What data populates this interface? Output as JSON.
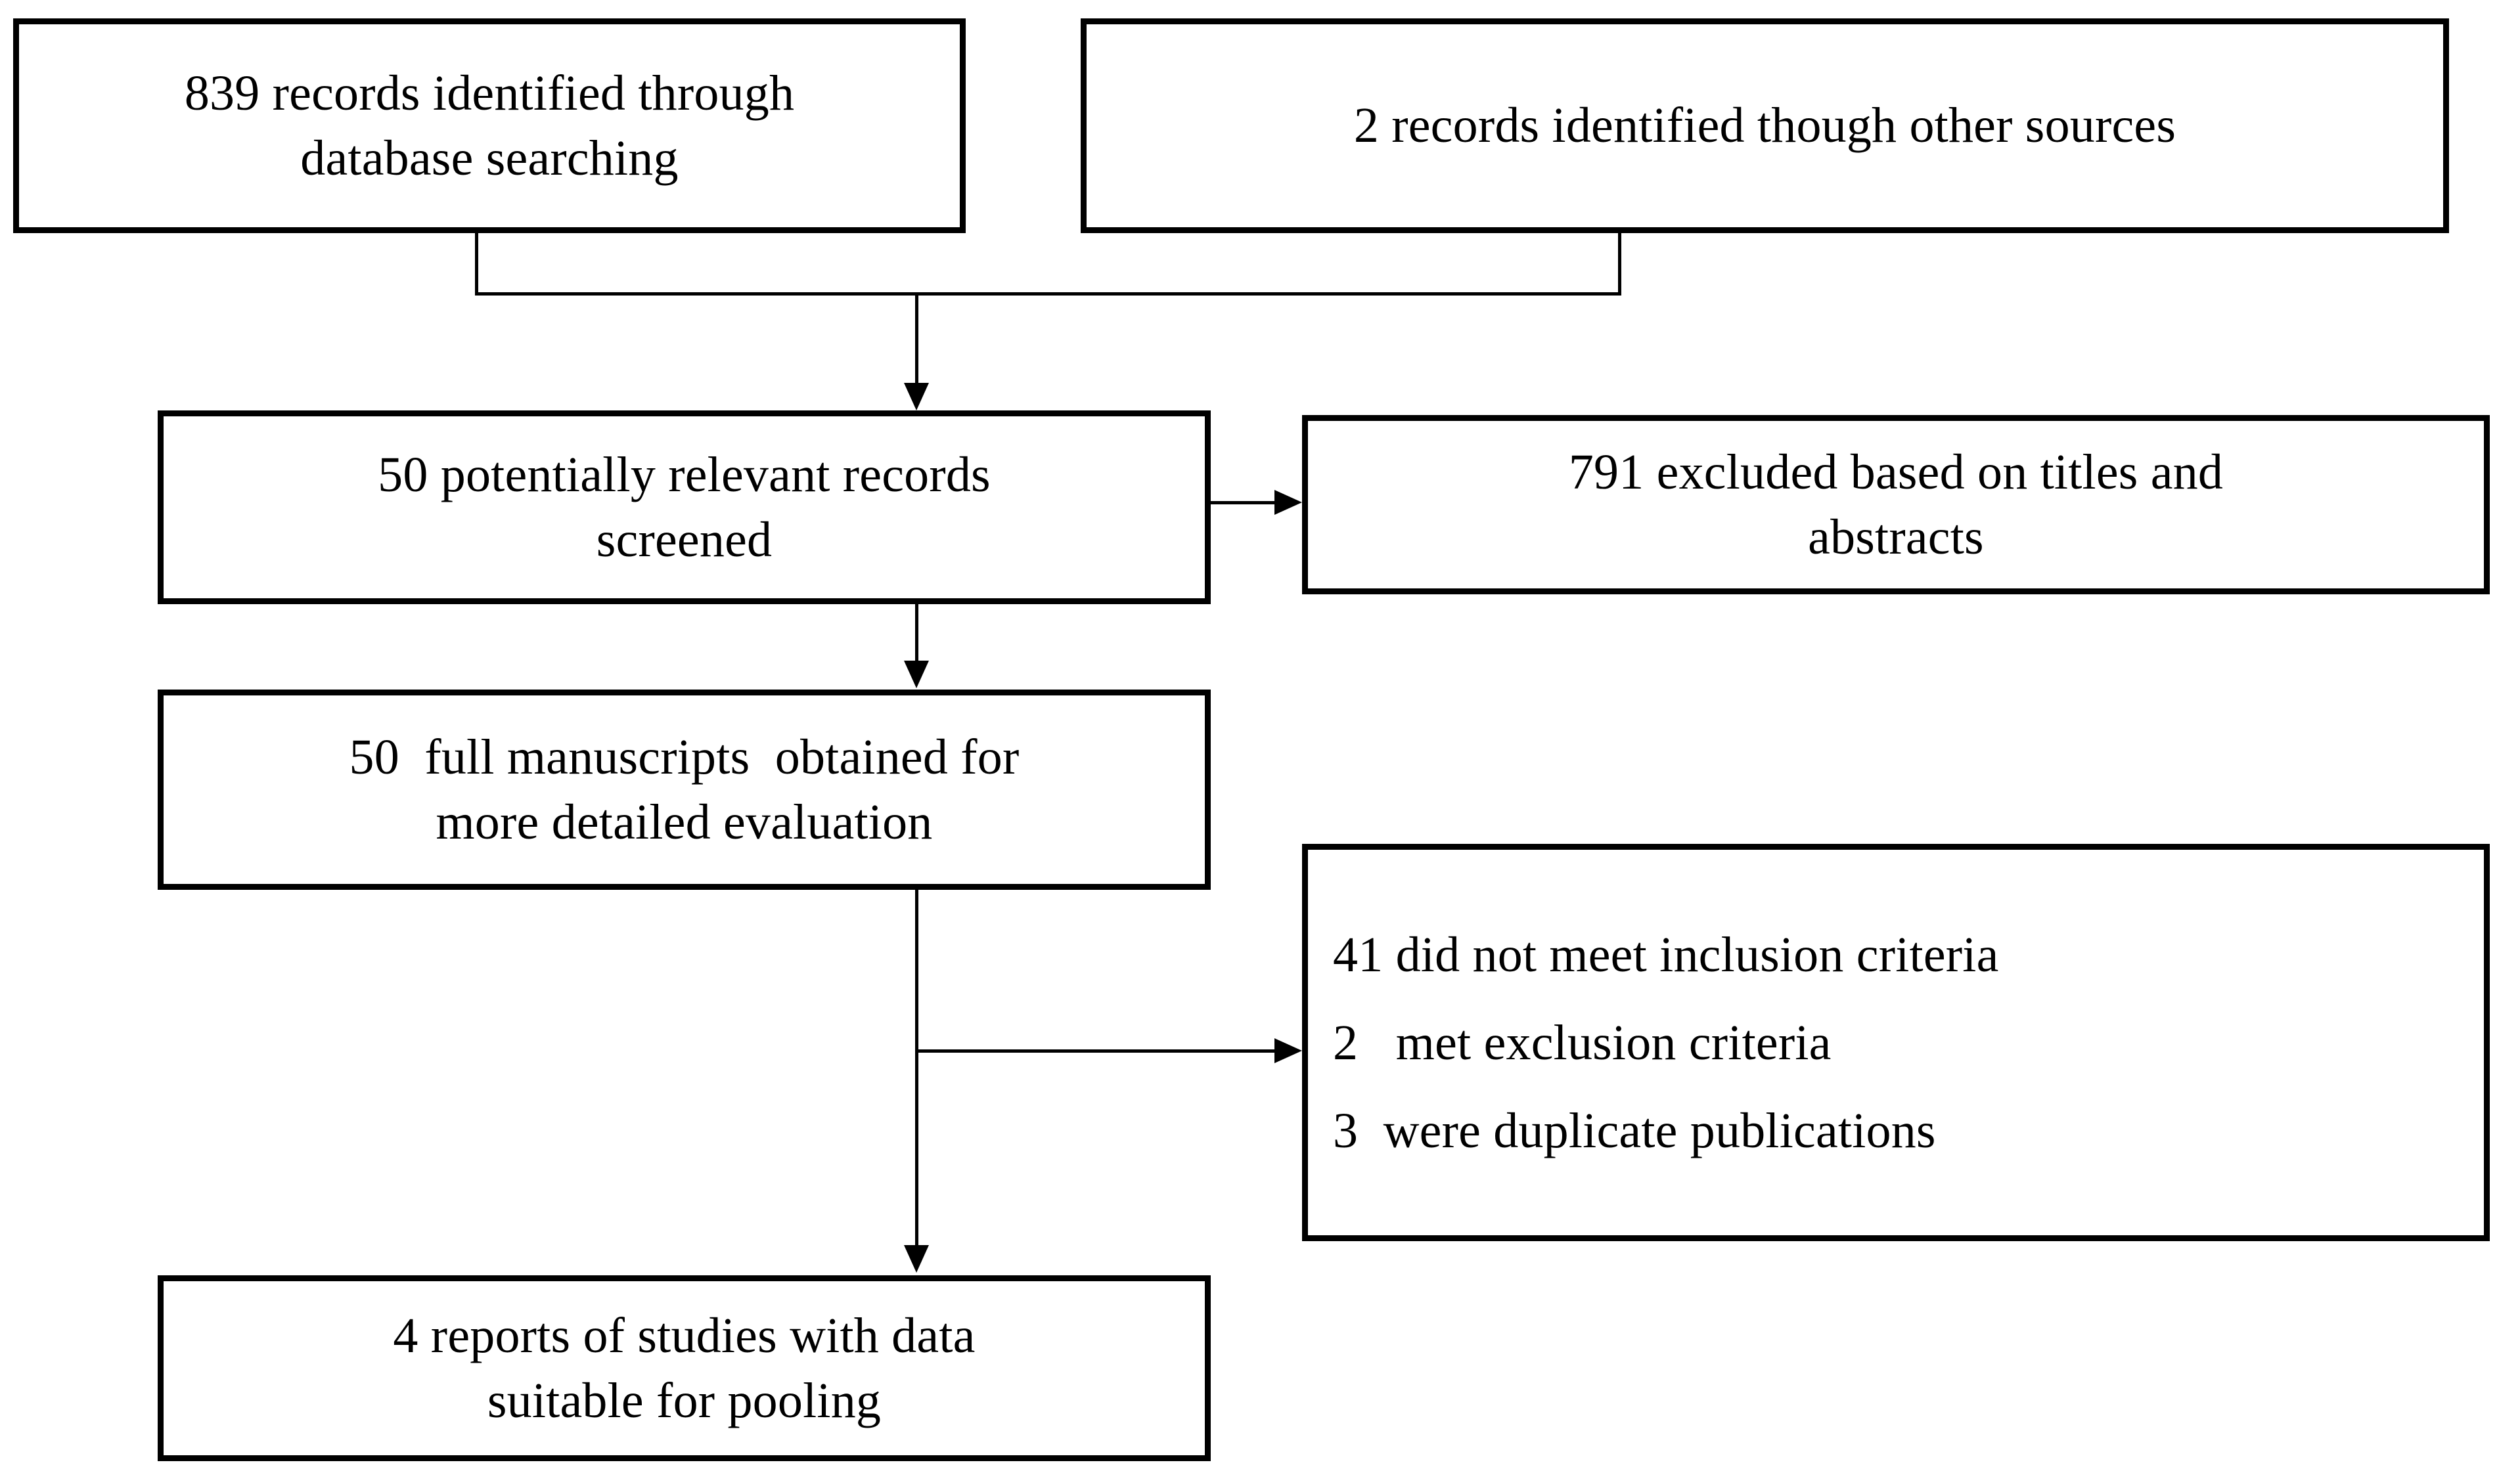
{
  "diagram": {
    "type": "prisma-study-selection-flowchart",
    "title": "",
    "boxes": [
      {
        "id": "identified-database",
        "lines": [
          "839 records identified through",
          "database searching"
        ],
        "count": 839
      },
      {
        "id": "identified-other-sources",
        "lines": [
          "2 records identified though other sources"
        ],
        "count": 2
      },
      {
        "id": "records-screened",
        "lines": [
          "50 potentially relevant records",
          "screened"
        ],
        "count": 50
      },
      {
        "id": "excluded-titles-abstracts",
        "lines": [
          "791 excluded based on titles and",
          "abstracts"
        ],
        "count": 791
      },
      {
        "id": "full-manuscripts",
        "lines": [
          "50  full manuscripts  obtained for",
          "more detailed evaluation"
        ],
        "count": 50
      },
      {
        "id": "exclusion-reasons",
        "lines": [
          "41 did not meet inclusion criteria",
          "2   met exclusion criteria",
          "3  were duplicate publications"
        ],
        "counts": [
          41,
          2,
          3
        ]
      },
      {
        "id": "included-reports",
        "lines": [
          "4 reports of studies with data",
          "suitable for pooling"
        ],
        "count": 4
      }
    ],
    "connectors": [
      {
        "id": "identified-to-screened",
        "kind": "merge-down-arrow"
      },
      {
        "id": "screened-to-excluded",
        "kind": "right-arrow"
      },
      {
        "id": "screened-to-manuscripts",
        "kind": "down-arrow"
      },
      {
        "id": "manuscripts-to-exclusion-reasons",
        "kind": "right-arrow"
      },
      {
        "id": "manuscripts-to-included",
        "kind": "down-arrow"
      }
    ],
    "colors": {
      "background": "#ffffff",
      "stroke": "#000000",
      "text": "#000000"
    }
  }
}
